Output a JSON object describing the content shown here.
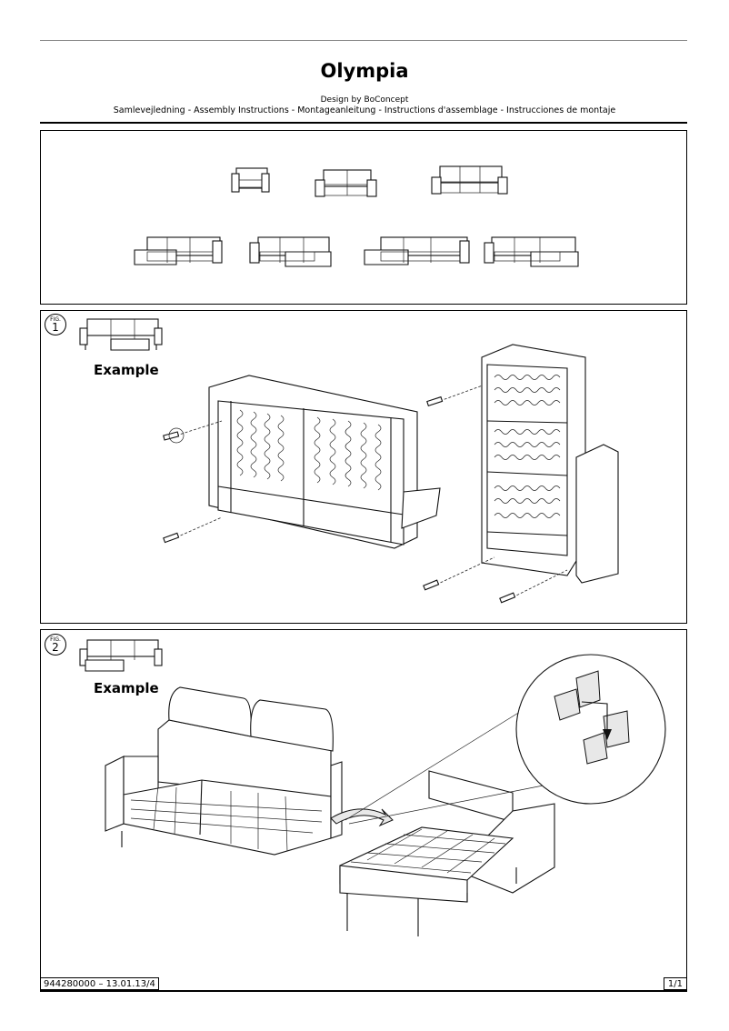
{
  "header": {
    "title": "Olympia",
    "designer": "Design by BoConcept",
    "subtitle": "Samlevejledning - Assembly Instructions - Montageanleitung - Instructions d'assemblage - Instrucciones de montaje"
  },
  "fig1": {
    "fig_tag": "FIG.",
    "number": "1",
    "label": "Example"
  },
  "fig2": {
    "fig_tag": "FIG.",
    "number": "2",
    "label": "Example"
  },
  "footer": {
    "code": "944280000  –  13.01.13/4",
    "page": "1/1"
  }
}
